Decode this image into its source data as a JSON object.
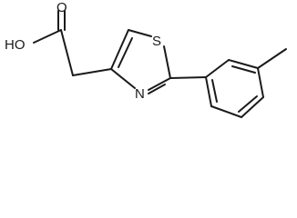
{
  "structure": {
    "atom_labels": {
      "carbonyl_oxygen": "O",
      "hydroxyl": "HO",
      "sulfur": "S",
      "nitrogen": "N"
    }
  },
  "colors": {
    "bond": "#1a1a1a",
    "background": "#ffffff"
  }
}
